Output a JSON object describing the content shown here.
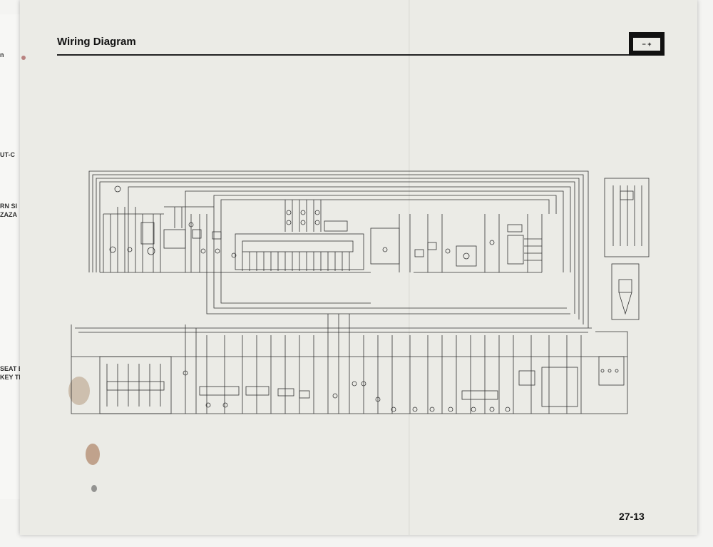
{
  "page": {
    "title": "Wiring Diagram",
    "page_number": "27-13",
    "section_icon": "battery-icon"
  },
  "underlying_sheet": {
    "fragments": [
      "n",
      "UT-C",
      "RN SI",
      "ZAZA",
      "SEAT BE",
      "KEY TI"
    ]
  }
}
